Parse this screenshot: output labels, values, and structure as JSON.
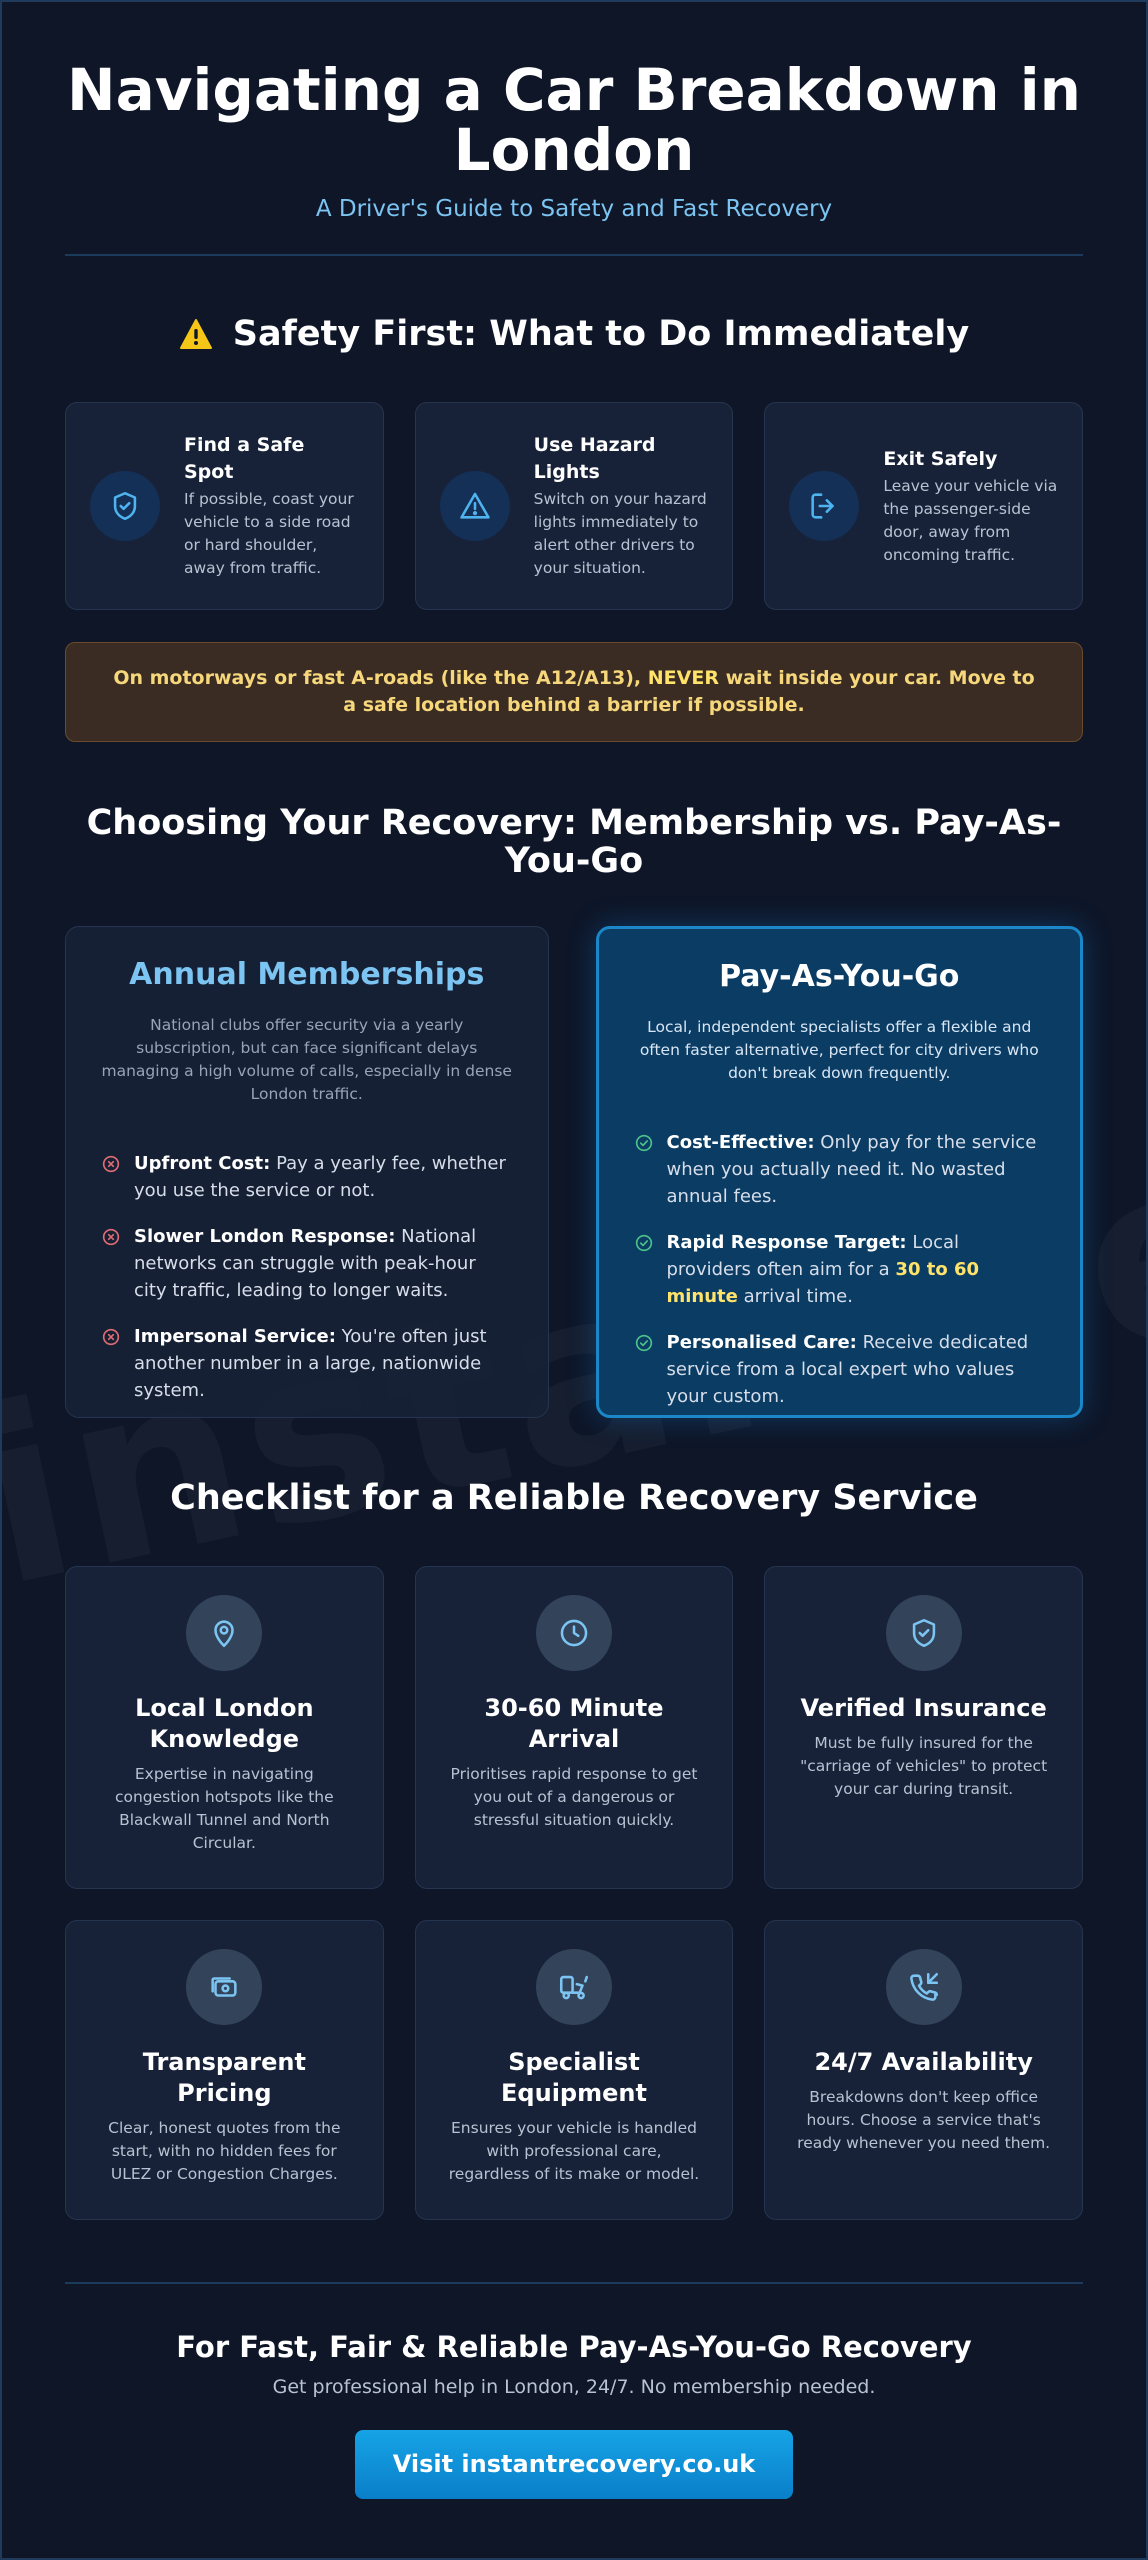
{
  "header": {
    "title": "Navigating a Car Breakdown in London",
    "subtitle": "A Driver's Guide to Safety and Fast Recovery"
  },
  "safety": {
    "title": "Safety First: What to Do Immediately",
    "cards": [
      {
        "icon": "shield-check-icon",
        "title": "Find a Safe Spot",
        "text": "If possible, coast your vehicle to a side road or hard shoulder, away from traffic."
      },
      {
        "icon": "hazard-triangle-icon",
        "title": "Use Hazard Lights",
        "text": "Switch on your hazard lights immediately to alert other drivers to your situation."
      },
      {
        "icon": "exit-door-icon",
        "title": "Exit Safely",
        "text": "Leave your vehicle via the passenger-side door, away from oncoming traffic."
      }
    ],
    "notice": {
      "before": "On motorways or fast A-roads (like the A12/A13),",
      "emphasis": "NEVER",
      "after": "wait inside your car. Move to a safe location behind a barrier if possible."
    }
  },
  "comparison": {
    "title": "Choosing Your Recovery: Membership vs. Pay-As-You-Go",
    "membership": {
      "title": "Annual Memberships",
      "description": "National clubs offer security via a yearly subscription, but can face significant delays managing a high volume of calls, especially in dense London traffic.",
      "items": [
        {
          "label": "Upfront Cost:",
          "text": "Pay a yearly fee, whether you use the service or not."
        },
        {
          "label": "Slower London Response:",
          "text": "National networks can struggle with peak-hour city traffic, leading to longer waits."
        },
        {
          "label": "Impersonal Service:",
          "text": "You're often just another number in a large, nationwide system."
        }
      ]
    },
    "payg": {
      "title": "Pay-As-You-Go",
      "description": "Local, independent specialists offer a flexible and often faster alternative, perfect for city drivers who don't break down frequently.",
      "items": [
        {
          "label": "Cost-Effective:",
          "text": "Only pay for the service when you actually need it. No wasted annual fees."
        },
        {
          "label": "Rapid Response Target:",
          "text_before": "Local providers often aim for a",
          "highlight": "30 to 60 minute",
          "text_after": "arrival time."
        },
        {
          "label": "Personalised Care:",
          "text": "Receive dedicated service from a local expert who values your custom."
        }
      ]
    }
  },
  "checklist": {
    "title": "Checklist for a Reliable Recovery Service",
    "items": [
      {
        "icon": "map-pin-icon",
        "title": "Local London Knowledge",
        "text": "Expertise in navigating congestion hotspots like the Blackwall Tunnel and North Circular."
      },
      {
        "icon": "clock-icon",
        "title": "30-60 Minute Arrival",
        "text": "Prioritises rapid response to get you out of a dangerous or stressful situation quickly."
      },
      {
        "icon": "shield-check-icon",
        "title": "Verified Insurance",
        "text": "Must be fully insured for the \"carriage of vehicles\" to protect your car during transit."
      },
      {
        "icon": "cash-icon",
        "title": "Transparent Pricing",
        "text": "Clear, honest quotes from the start, with no hidden fees for ULEZ or Congestion Charges."
      },
      {
        "icon": "tow-truck-icon",
        "title": "Specialist Equipment",
        "text": "Ensures your vehicle is handled with professional care, regardless of its make or model."
      },
      {
        "icon": "phone-incoming-icon",
        "title": "24/7 Availability",
        "text": "Breakdowns don't keep office hours. Choose a service that's ready whenever you need them."
      }
    ]
  },
  "cta": {
    "title": "For Fast, Fair & Reliable Pay-As-You-Go Recovery",
    "subtitle": "Get professional help in London, 24/7. No membership needed.",
    "button": "Visit instantrecovery.co.uk",
    "watermark": "instantrecovery"
  },
  "colors": {
    "background": "#0e1628",
    "accent_blue": "#7cc4f2",
    "highlight_yellow": "#ffe36a",
    "negative_red": "#e06c75",
    "positive_green": "#4cc38a"
  }
}
